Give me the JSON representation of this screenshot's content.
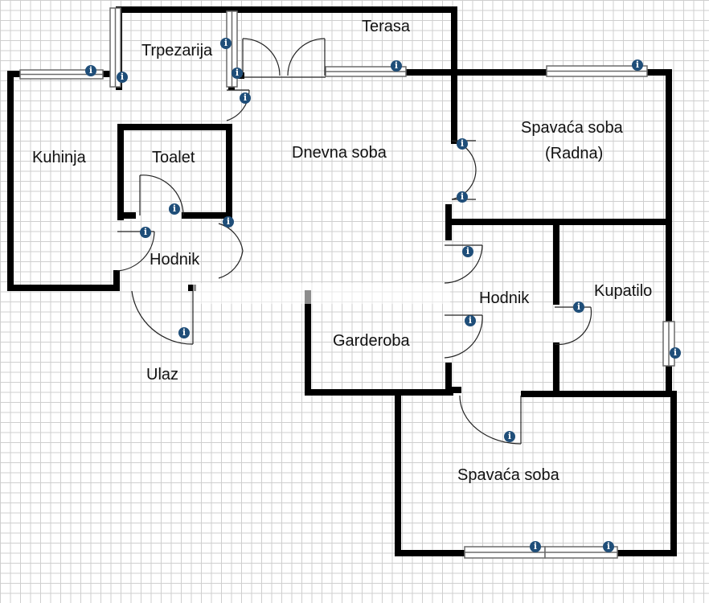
{
  "floor_plan": {
    "rooms": [
      {
        "id": "terasa",
        "label": "Terasa"
      },
      {
        "id": "trpezarija",
        "label": "Trpezarija"
      },
      {
        "id": "kuhinja",
        "label": "Kuhinja"
      },
      {
        "id": "toalet",
        "label": "Toalet"
      },
      {
        "id": "dnevna",
        "label": "Dnevna soba"
      },
      {
        "id": "spavaca-radna",
        "label": "Spavaća soba",
        "sublabel": "(Radna)"
      },
      {
        "id": "hodnik-west",
        "label": "Hodnik"
      },
      {
        "id": "hodnik-east",
        "label": "Hodnik"
      },
      {
        "id": "kupatilo",
        "label": "Kupatilo"
      },
      {
        "id": "garderoba",
        "label": "Garderoba"
      },
      {
        "id": "ulaz",
        "label": "Ulaz"
      },
      {
        "id": "spavaca",
        "label": "Spavaća soba"
      }
    ],
    "info_icon_glyph": "i",
    "colors": {
      "wall": "#000000",
      "grid": "#cfcfcf",
      "info_icon": "#1f4e79",
      "window_frame": "#6b6b6b"
    }
  }
}
